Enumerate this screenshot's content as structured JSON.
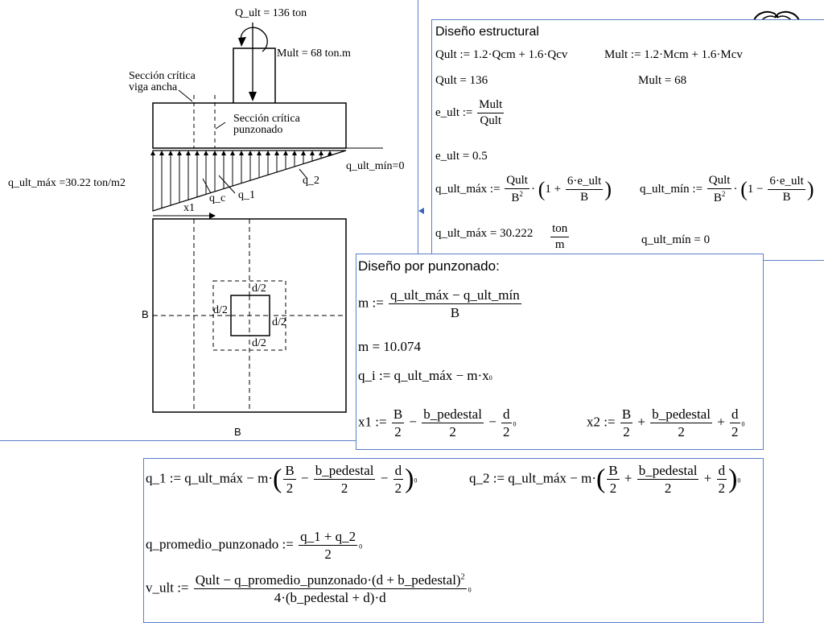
{
  "diagram": {
    "q_ult": "Q_ult = 136 ton",
    "m_ult": "Mult = 68 ton.m",
    "seccion_viga_1": "Sección crítica",
    "seccion_viga_2": "viga ancha",
    "seccion_punz_1": "Sección crítica",
    "seccion_punz_2": "punzonado",
    "q_ult_max": "q_ult_máx =30.22 ton/m2",
    "q_ult_min": "q_ult_mín=0",
    "q_2": "q_2",
    "q_c": "q_c",
    "q_1": "q_1",
    "x1": "x1",
    "d2_top": "d/2",
    "d2_left": "d/2",
    "d2_right": "d/2",
    "d2_bottom": "d/2",
    "B_side": "B",
    "B_bottom": "B"
  },
  "panel1": {
    "title": "Diseño estructural",
    "qult_def_lhs": "Qult := 1.2·Qcm + 1.6·Qcv",
    "mult_def": "Mult := 1.2·Mcm + 1.6·Mcv",
    "qult_val": "Qult = 136",
    "mult_val": "Mult = 68",
    "eult_lhs": "e_ult :=",
    "eult_num": "Mult",
    "eult_den": "Qult",
    "eult_val": "e_ult = 0.5",
    "qmax_lhs": "q_ult_máx :=",
    "qmax_num": "Qult",
    "qmax_den": "B",
    "qmax_paren_pre": "1 +",
    "qmax_inner_num": "6·e_ult",
    "qmax_inner_den": "B",
    "qmin_lhs": "q_ult_mín :=",
    "qmin_num": "Qult",
    "qmin_den": "B",
    "qmin_paren_pre": "1 −",
    "qmin_inner_num": "6·e_ult",
    "qmin_inner_den": "B",
    "qmax_val": "q_ult_máx = 30.222",
    "qmax_unit_num": "ton",
    "qmax_unit_den": "m",
    "qmin_val": "q_ult_mín = 0"
  },
  "panel2": {
    "title": "Diseño por punzonado:",
    "m_lhs": "m :=",
    "m_num": "q_ult_máx − q_ult_mín",
    "m_den": "B",
    "m_val": "m = 10.074",
    "qi_def": "q_i := q_ult_máx − m·x",
    "x1_lhs": "x1 :=",
    "x1_f1n": "B",
    "x1_f1d": "2",
    "x1_minus1": "−",
    "x1_f2n": "b_pedestal",
    "x1_f2d": "2",
    "x1_minus2": "−",
    "x1_f3n": "d",
    "x1_f3d": "2",
    "x2_lhs": "x2 :=",
    "x2_f1n": "B",
    "x2_f1d": "2",
    "x2_plus1": "+",
    "x2_f2n": "b_pedestal",
    "x2_f2d": "2",
    "x2_plus2": "+",
    "x2_f3n": "d",
    "x2_f3d": "2"
  },
  "panel3": {
    "q1_lhs": "q_1 := q_ult_máx − m·",
    "q1_f1n": "B",
    "q1_f1d": "2",
    "q1_op1": "−",
    "q1_f2n": "b_pedestal",
    "q1_f2d": "2",
    "q1_op2": "−",
    "q1_f3n": "d",
    "q1_f3d": "2",
    "q2_lhs": "q_2 := q_ult_máx − m·",
    "q2_f1n": "B",
    "q2_f1d": "2",
    "q2_op1": "+",
    "q2_f2n": "b_pedestal",
    "q2_f2d": "2",
    "q2_op2": "+",
    "q2_f3n": "d",
    "q2_f3d": "2",
    "qprom_lhs": "q_promedio_punzonado :=",
    "qprom_num": "q_1 + q_2",
    "qprom_den": "2",
    "vult_lhs": "v_ult :=",
    "vult_num": "Qult − q_promedio_punzonado·(d + b_pedestal)",
    "vult_exp": "2",
    "vult_den": "4·(b_pedestal + d)·d"
  }
}
